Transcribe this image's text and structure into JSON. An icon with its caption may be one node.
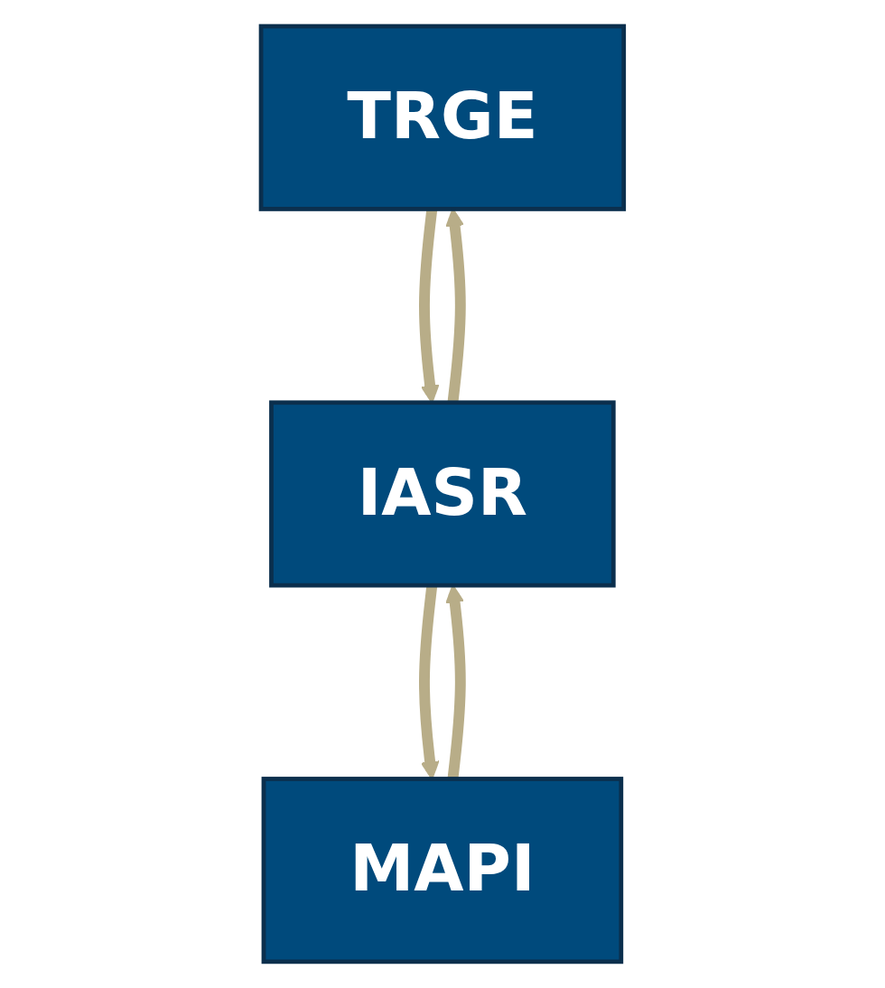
{
  "diagram": {
    "nodes": [
      {
        "text": [
          "TRGE"
        ]
      },
      {
        "text": [
          "IASR"
        ]
      },
      {
        "text": [
          "MAPI"
        ]
      }
    ],
    "edges": [
      {
        "from": 1,
        "to": 0,
        "arrow": "to"
      },
      {
        "from": 0,
        "to": 1,
        "arrow": "to"
      },
      {
        "from": 2,
        "to": 1,
        "arrow": "to"
      },
      {
        "from": 1,
        "to": 2,
        "arrow": "to"
      }
    ]
  }
}
